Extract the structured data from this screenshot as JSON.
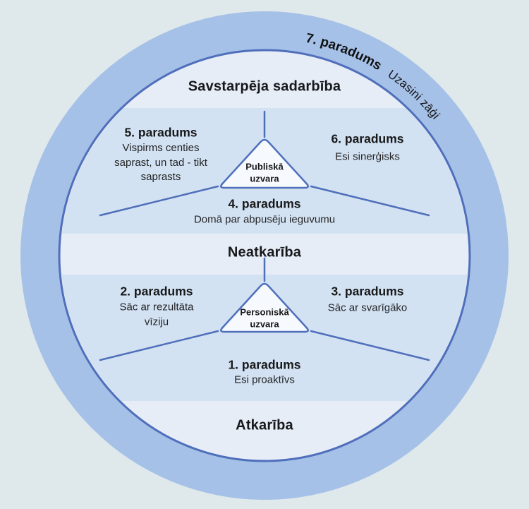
{
  "diagram": {
    "outer_ring": {
      "habit7_label": "7. paradums",
      "habit7_text": "Uzasini zāģi"
    },
    "levels": {
      "interdependence": "Savstarpēja sadarbība",
      "independence": "Neatkarība",
      "dependence": "Atkarība"
    },
    "public_victory": {
      "title": "Publiskā\nuzvara",
      "habit5_label": "5. paradums",
      "habit5_text": "Vispirms centies\nsaprast, un tad - tikt\nsaprasts",
      "habit6_label": "6. paradums",
      "habit6_text": "Esi sinerģisks",
      "habit4_label": "4. paradums",
      "habit4_text": "Domā par abpusēju ieguvumu"
    },
    "private_victory": {
      "title": "Personiskā\nuzvara",
      "habit2_label": "2. paradums",
      "habit2_text": "Sāc ar rezultāta\nvīziju",
      "habit3_label": "3. paradums",
      "habit3_text": "Sāc ar svarīgāko",
      "habit1_label": "1. paradums",
      "habit1_text": "Esi proaktīvs"
    },
    "colors": {
      "page_background": "#dfe9eb",
      "ring": "#a6c1e8",
      "circle_fill": "#e6edf7",
      "band": "#d3e2f2",
      "outline": "#4f6fbb",
      "triangle_fill": "#f6f9fd",
      "text": "#17181a"
    }
  }
}
